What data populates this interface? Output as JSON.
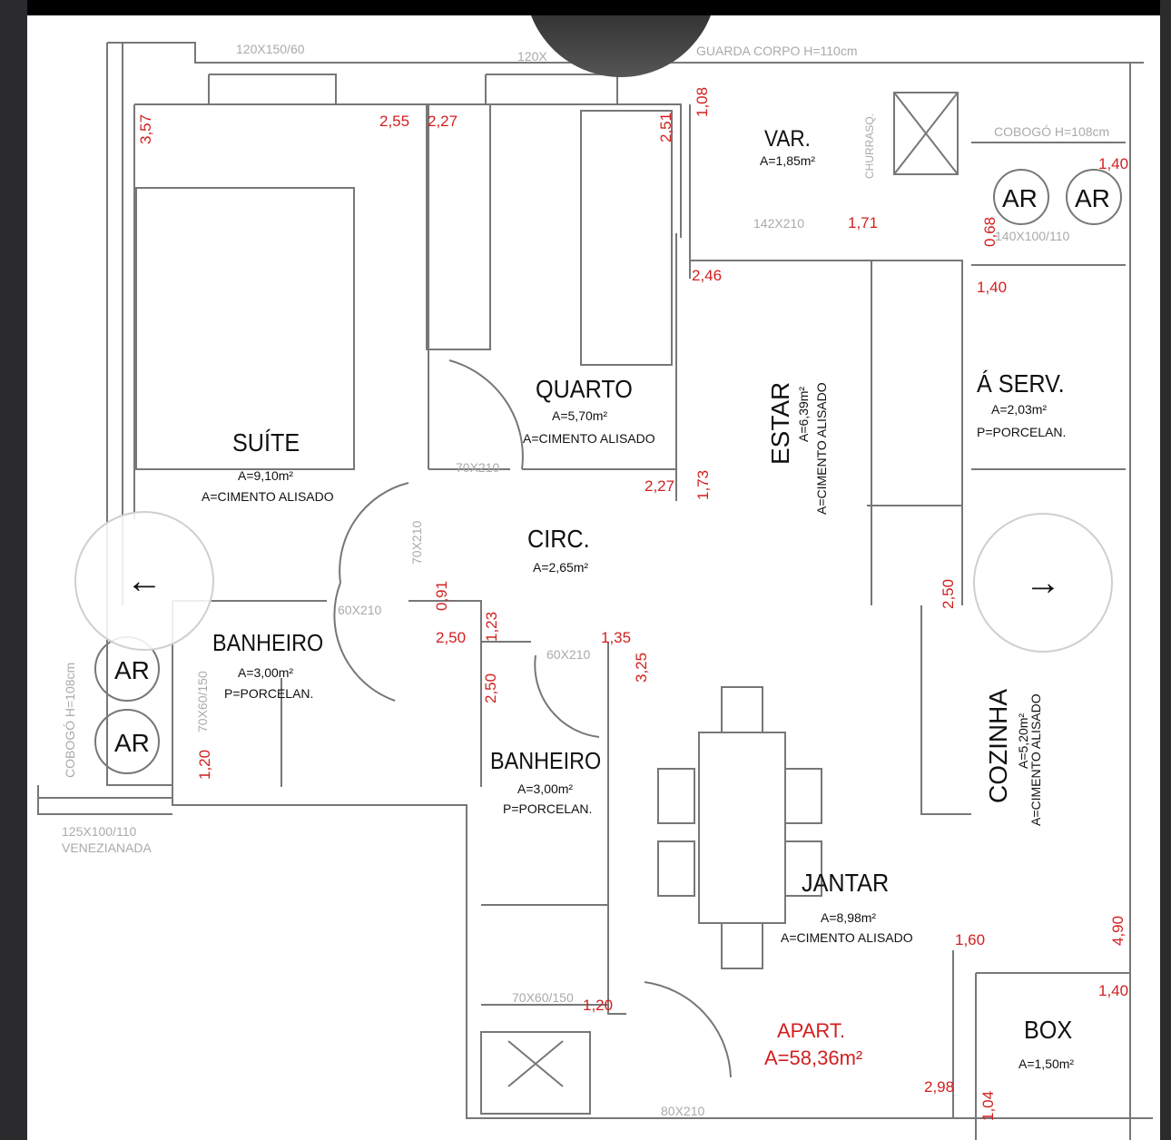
{
  "viewer": {
    "prev_icon": "arrow-left-icon",
    "next_icon": "arrow-right-icon",
    "prev": "←",
    "next": "→"
  },
  "plan": {
    "rooms": [
      {
        "name": "SUÍTE",
        "area": "A=9,10m²",
        "finish": "A=CIMENTO ALISADO"
      },
      {
        "name": "QUARTO",
        "area": "A=5,70m²",
        "finish": "A=CIMENTO ALISADO"
      },
      {
        "name": "VAR.",
        "area": "A=1,85m²"
      },
      {
        "name": "ESTAR",
        "area": "A=6,39m²",
        "finish": "A=CIMENTO ALISADO"
      },
      {
        "name": "Á SERV.",
        "area": "A=2,03m²",
        "finish": "P=PORCELAN."
      },
      {
        "name": "CIRC.",
        "area": "A=2,65m²"
      },
      {
        "name": "BANHEIRO",
        "area": "A=3,00m²",
        "finish": "P=PORCELAN."
      },
      {
        "name": "BANHEIRO",
        "area": "A=3,00m²",
        "finish": "P=PORCELAN."
      },
      {
        "name": "COZINHA",
        "area": "A=5,20m²",
        "finish": "A=CIMENTO ALISADO"
      },
      {
        "name": "JANTAR",
        "area": "A=8,98m²",
        "finish": "A=CIMENTO ALISADO"
      },
      {
        "name": "BOX",
        "area": "A=1,50m²"
      }
    ],
    "total": {
      "label": "APART.",
      "area": "A=58,36m²"
    },
    "notes": [
      "120X150/60",
      "120X",
      "GUARDA CORPO H=110cm",
      "COBOGÓ H=108cm",
      "142X210",
      "140X100/110",
      "70X210",
      "70X210",
      "60X210",
      "60X210",
      "70X60/150",
      "70X60/150",
      "COBOGÓ H=108cm",
      "125X100/110",
      "VENEZIANADA",
      "80X210",
      "CHURRASQ."
    ],
    "dims": [
      "3,57",
      "2,55",
      "2,27",
      "2,51",
      "1,08",
      "1,71",
      "1,40",
      "0,68",
      "1,40",
      "2,46",
      "1,73",
      "2,27",
      "0,91",
      "2,50",
      "1,23",
      "1,35",
      "3,25",
      "2,50",
      "1,20",
      "2,50",
      "4,90",
      "1,60",
      "1,20",
      "1,40",
      "2,98",
      "1,04"
    ],
    "ar": [
      "AR",
      "AR",
      "AR",
      "AR"
    ]
  }
}
